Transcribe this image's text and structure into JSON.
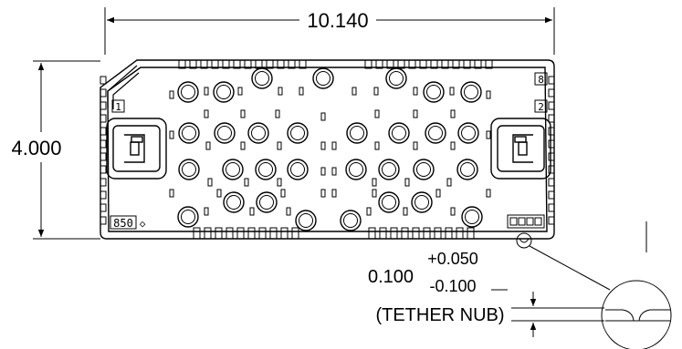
{
  "dimensions": {
    "width": "10.140",
    "height": "4.000",
    "tether_nominal": "0.100",
    "tether_plus": "+0.050",
    "tether_minus": "-0.100",
    "tether_label": "(TETHER NUB)"
  },
  "connector": {
    "pin_top_right": "8",
    "pin_right": "2",
    "pin_left": "1",
    "part_code": "850",
    "part_code_symbol": "◇"
  },
  "colors": {
    "ink": "#000000",
    "paper": "#ffffff"
  }
}
